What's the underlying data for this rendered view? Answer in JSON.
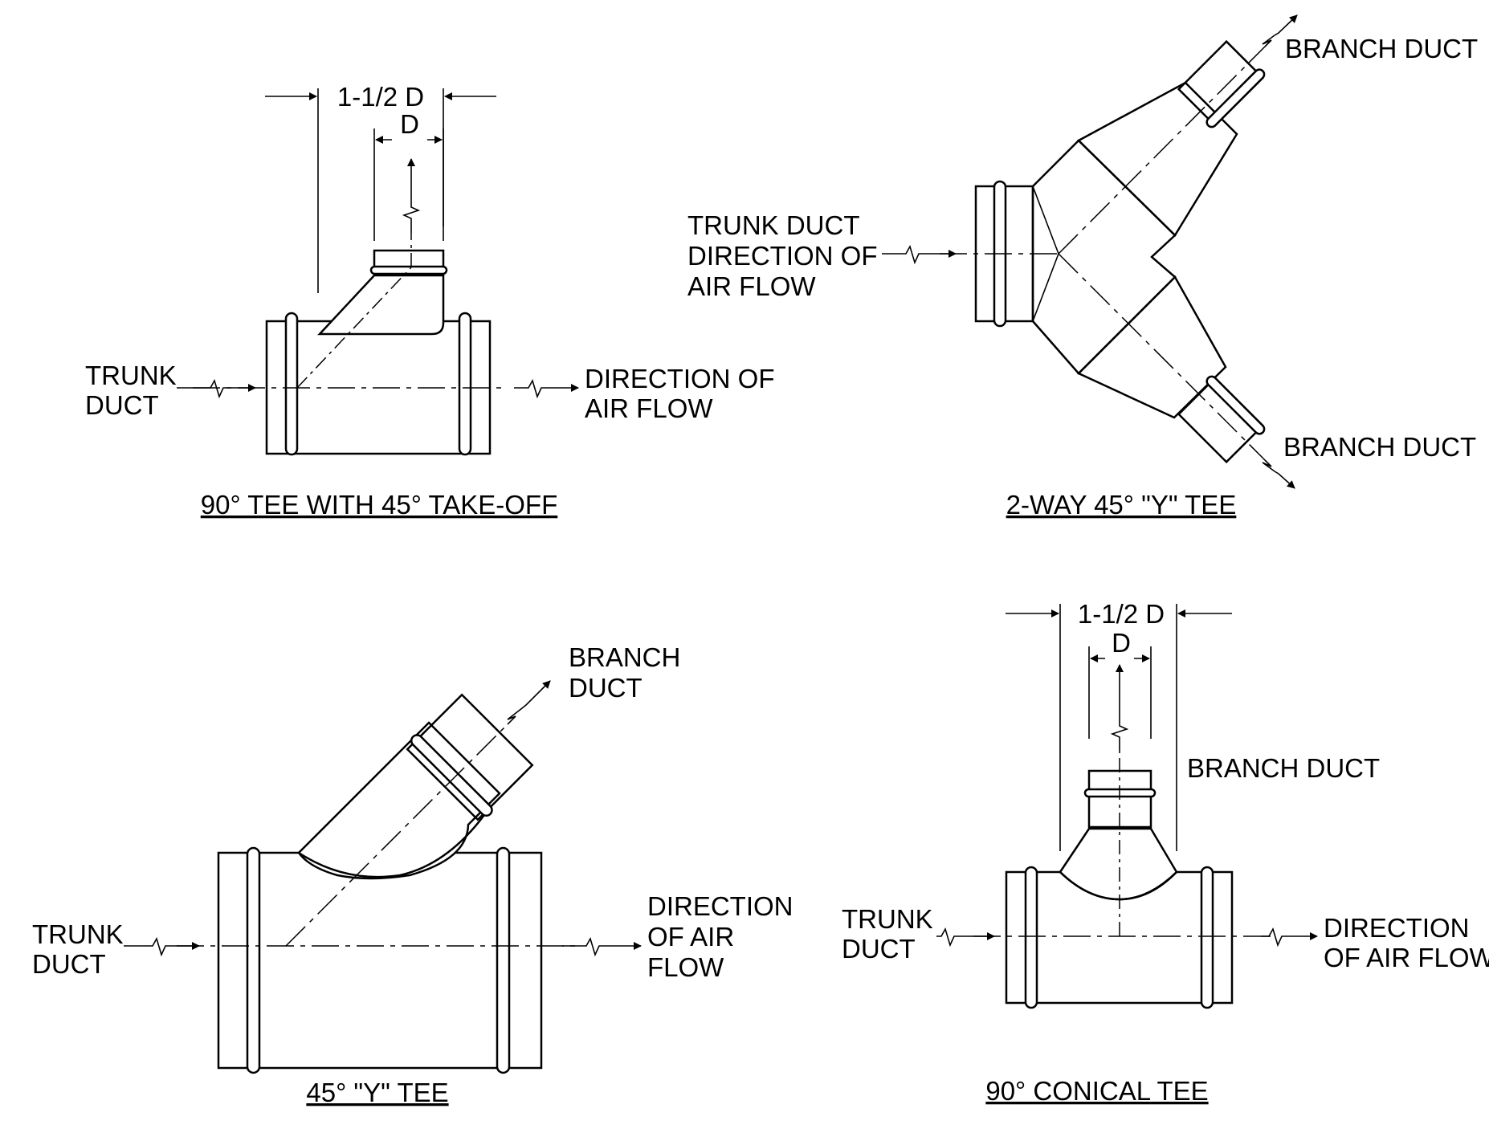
{
  "figures": {
    "tee45": {
      "title": "90° TEE WITH 45° TAKE-OFF",
      "dim_outer": "1-1/2 D",
      "dim_inner": "D",
      "trunk_label": [
        "TRUNK",
        "DUCT"
      ],
      "flow_label": [
        "DIRECTION OF",
        "AIR FLOW"
      ]
    },
    "ytee2": {
      "title": "2-WAY 45° \"Y\" TEE",
      "trunk_label": [
        "TRUNK DUCT",
        "DIRECTION OF",
        "AIR FLOW"
      ],
      "branch_top": "BRANCH DUCT",
      "branch_bottom": "BRANCH DUCT"
    },
    "ytee": {
      "title": "45° \"Y\" TEE",
      "branch_label": [
        "BRANCH",
        "DUCT"
      ],
      "trunk_label": [
        "TRUNK",
        "DUCT"
      ],
      "flow_label": [
        "DIRECTION",
        "OF AIR",
        "FLOW"
      ]
    },
    "conical": {
      "title": "90° CONICAL TEE",
      "dim_outer": "1-1/2 D",
      "dim_inner": "D",
      "branch_label": "BRANCH DUCT",
      "trunk_label": [
        "TRUNK",
        "DUCT"
      ],
      "flow_label": [
        "DIRECTION",
        "OF AIR FLOW"
      ]
    }
  }
}
